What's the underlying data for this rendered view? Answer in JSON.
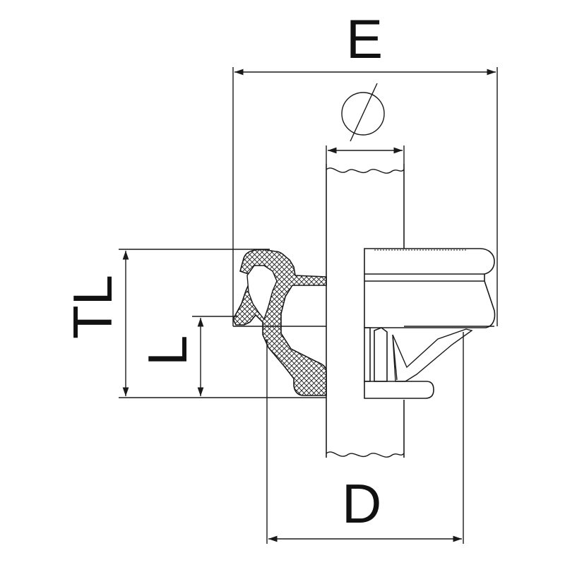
{
  "labels": {
    "overall_width": "E",
    "total_length": "TL",
    "length": "L",
    "hole_diameter": "D"
  },
  "symbols": {
    "diameter_symbol": "diameter-icon"
  },
  "colors": {
    "line": "#1a1a1a",
    "background": "#ffffff"
  }
}
